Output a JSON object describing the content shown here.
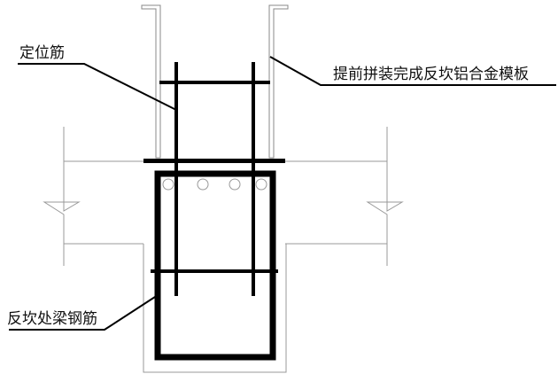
{
  "labels": {
    "positioning_bar": "定位筋",
    "aluminum_formwork": "提前拼装完成反坎铝合金模板",
    "beam_rebar": "反坎处梁钢筋"
  },
  "colors": {
    "line": "#000000",
    "thin": "#888888"
  }
}
